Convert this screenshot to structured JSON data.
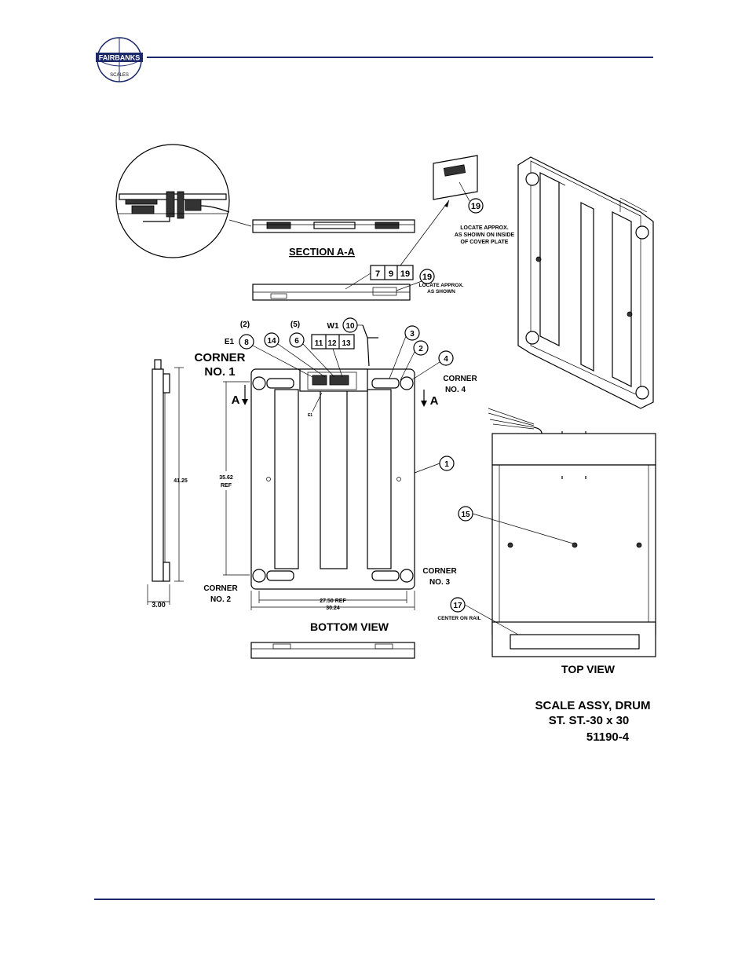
{
  "header": {
    "logo_text": "FAIRBANKS",
    "logo_subtext": "SCALES",
    "rule_color": "#1c2a6b"
  },
  "views": {
    "section_title": "SECTION A-A",
    "bottom_title": "BOTTOM VIEW",
    "top_title": "TOP VIEW"
  },
  "corners": {
    "c1_a": "CORNER",
    "c1_b": "NO. 1",
    "c2_a": "CORNER",
    "c2_b": "NO. 2",
    "c3_a": "CORNER",
    "c3_b": "NO. 3",
    "c4_a": "CORNER",
    "c4_b": "NO. 4"
  },
  "section_markers": {
    "left": "A",
    "right": "A"
  },
  "dimensions": {
    "side_height": "41.25",
    "inner_height_a": "35.62",
    "inner_height_b": "REF",
    "inner_width": "27.50 REF",
    "overall_width": "30.24",
    "depth": "3.00"
  },
  "callouts": {
    "c19_top": "19",
    "c19_mid": "19",
    "c7": "7",
    "c9": "9",
    "c19_box": "19",
    "c10": "10",
    "c14": "14",
    "c6": "6",
    "c8": "8",
    "c11": "11",
    "c12": "12",
    "c13": "13",
    "c3": "3",
    "c2": "2",
    "c4": "4",
    "c1": "1",
    "c15": "15",
    "c17": "17"
  },
  "labels": {
    "qty2": "(2)",
    "qty5": "(5)",
    "w1": "W1",
    "e1": "E1",
    "e1_small": "E1",
    "locate1_a": "LOCATE APPROX.",
    "locate1_b": "AS SHOWN ON INSIDE",
    "locate1_c": "OF COVER PLATE",
    "locate2_a": "LOCATE APPROX.",
    "locate2_b": "AS SHOWN",
    "center_on_rail": "CENTER ON RAIL"
  },
  "title_block": {
    "line1": "SCALE ASSY, DRUM",
    "line2": "ST. ST.-30 x 30",
    "line3": "51190-4"
  }
}
